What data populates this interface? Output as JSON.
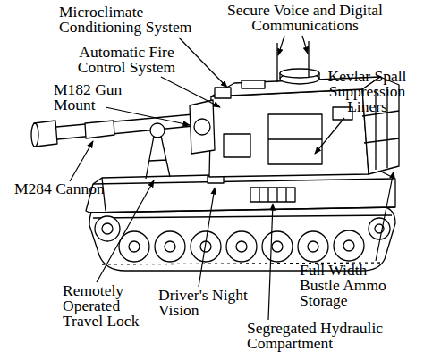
{
  "diagram": {
    "labels": [
      "Microclimate Conditioning System",
      "Secure Voice and Digital Communications",
      "Automatic Fire Control System",
      "M182 Gun Mount",
      "Kevlar Spall Suppression Liners",
      "M284 Cannon",
      "Remotely Operated Travel Lock",
      "Driver's Night Vision",
      "Full Width Bustle Ammo Storage",
      "Segregated Hydraulic Compartment"
    ]
  }
}
